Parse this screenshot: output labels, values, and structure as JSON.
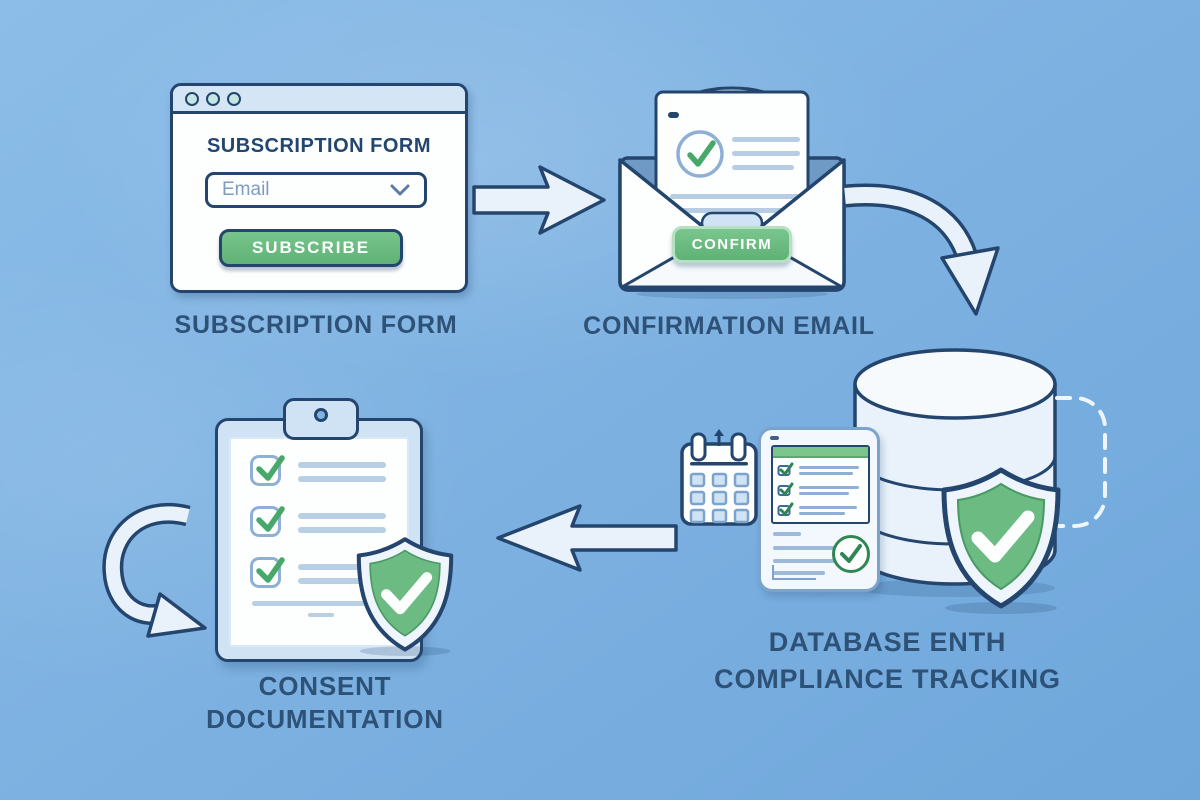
{
  "palette": {
    "background": "#7db1e1",
    "outline": "#24466e",
    "caption_text": "#2d5177",
    "green": "#68ba7f",
    "green_dark": "#2f8653",
    "light_blue_fill": "#cfe3f4",
    "paper_line": "#b6cde4",
    "arrow_fill": "#e9f2fb",
    "white": "#fdfefe"
  },
  "icons": {
    "window_dots": "traffic-light-dots",
    "chevron": "chevron-down-icon",
    "envelope": "envelope-icon",
    "check_circle": "check-circle-icon",
    "database": "database-icon",
    "calendar": "calendar-icon",
    "checklist_tablet": "checklist-tablet-icon",
    "shield": "shield-check-icon",
    "clipboard": "clipboard-icon",
    "arrow_right": "arrow-right-icon",
    "arrow_curve_down": "arrow-curve-down-icon",
    "arrow_left": "arrow-left-icon",
    "arrow_curve_loop": "arrow-curve-loop-icon",
    "dashed_connector": "dashed-connector"
  },
  "steps": {
    "subscription_form": {
      "caption": "SUBSCRIPTION FORM",
      "window": {
        "title": "SUBSCRIPTION FORM",
        "email_placeholder": "Email",
        "button": "SUBSCRIBE"
      }
    },
    "confirmation_email": {
      "caption": "CONFIRMATION EMAIL",
      "button": "CONFIRM"
    },
    "database_compliance": {
      "caption_line1": "DATABASE ENTH",
      "caption_line2": "COMPLIANCE TRACKING"
    },
    "consent_documentation": {
      "caption_line1": "CONSENT",
      "caption_line2": "DOCUMENTATION"
    }
  }
}
